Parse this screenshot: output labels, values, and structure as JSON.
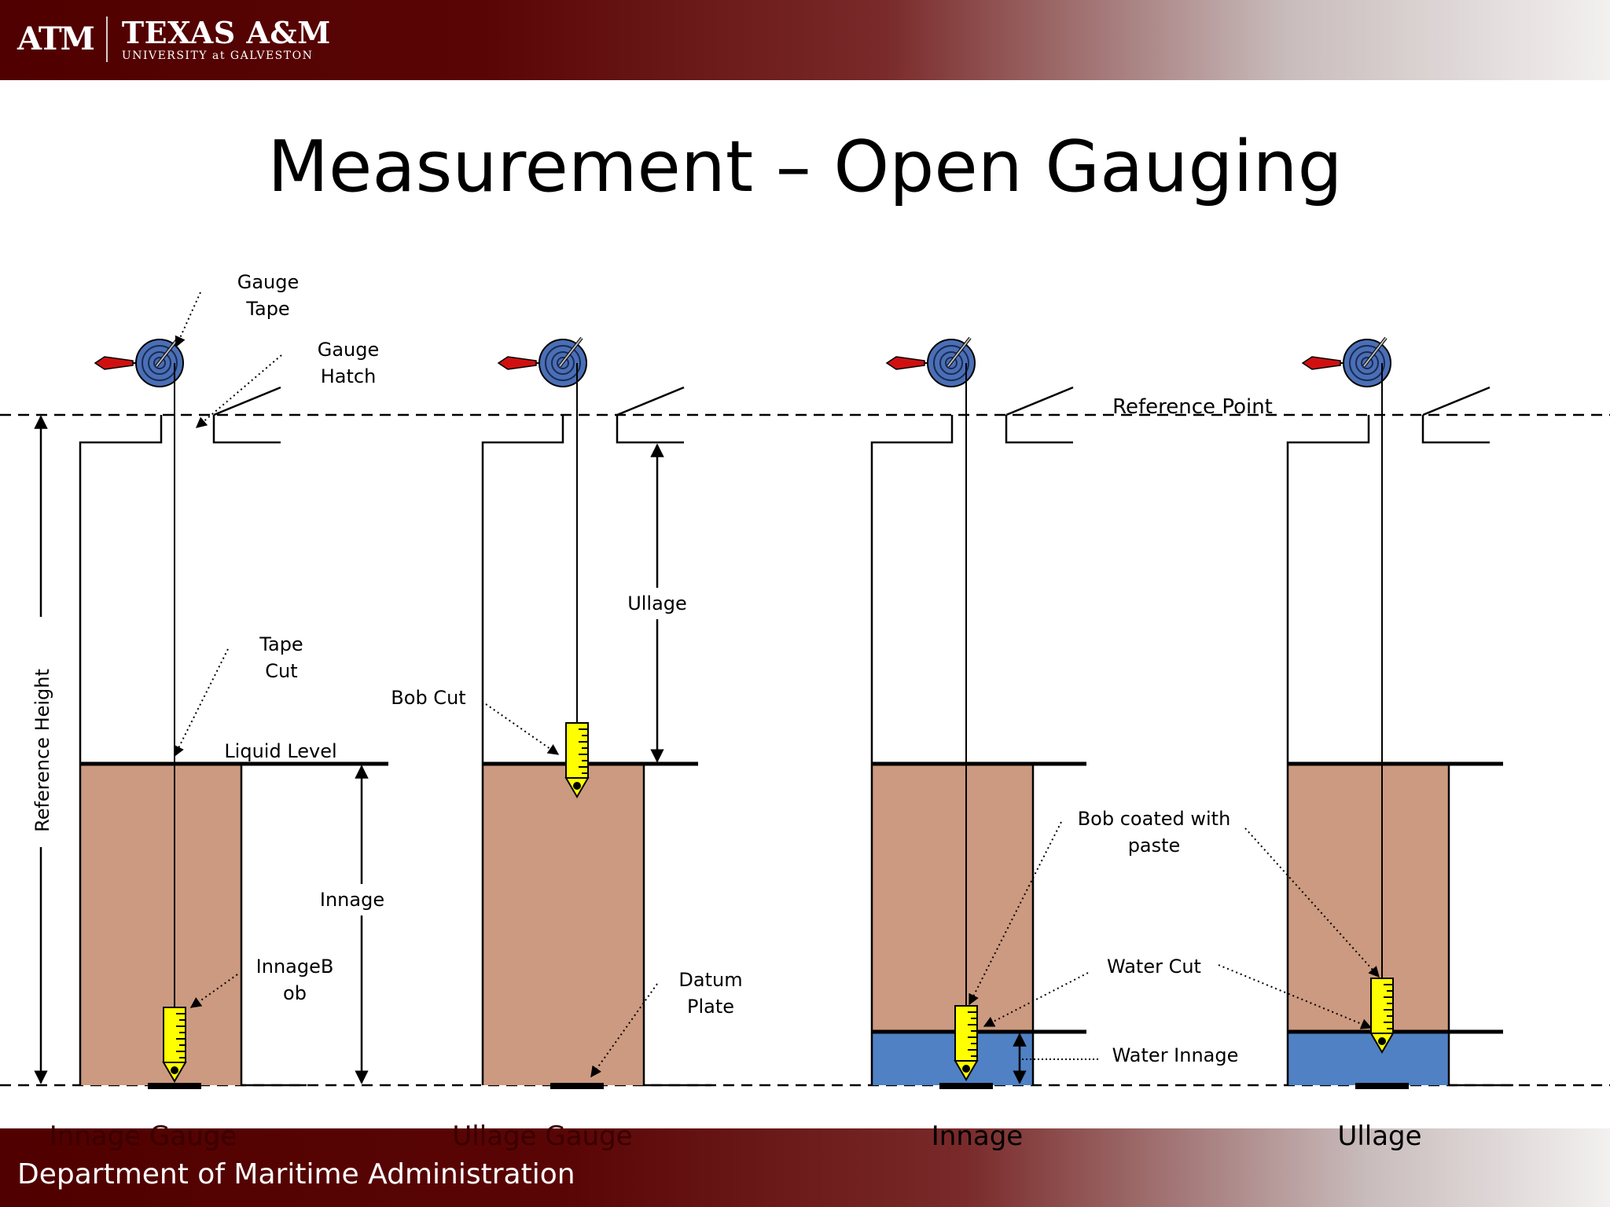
{
  "header": {
    "logo_mark": "ATM",
    "university": "TEXAS A&M",
    "campus": "UNIVERSITY at GALVESTON"
  },
  "title": "Measurement – Open Gauging",
  "labels": {
    "gauge_tape": [
      "Gauge",
      "Tape"
    ],
    "gauge_hatch": [
      "Gauge",
      "Hatch"
    ],
    "tape_cut": [
      "Tape",
      "Cut"
    ],
    "liquid_level": "Liquid Level",
    "innage": "Innage",
    "innage_bob": [
      "InnageB",
      "ob"
    ],
    "reference_height": "Reference Height",
    "bob_cut": "Bob Cut",
    "ullage": "Ullage",
    "datum_plate": [
      "Datum",
      "Plate"
    ],
    "reference_point": "Reference Point",
    "bob_coated": [
      "Bob coated with",
      "paste"
    ],
    "water_cut": "Water Cut",
    "water_innage": "Water Innage"
  },
  "captions": [
    "Innage Gauge",
    "Ullage Gauge",
    "Innage",
    "Ullage"
  ],
  "footer": "Department of Maritime Administration",
  "colors": {
    "maroon": "#500000",
    "liquid": "#cc9a80",
    "water": "#4f81c4",
    "bob": "#ffff00",
    "reel": "#4a6fb5",
    "reel_handle": "#d01010"
  }
}
